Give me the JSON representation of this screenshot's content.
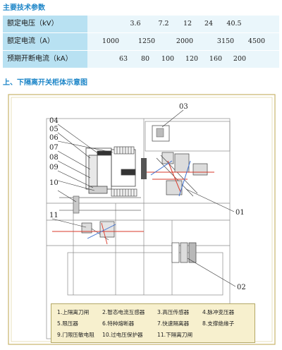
{
  "section1_title": "主要技术参数",
  "spec_table": [
    {
      "label": "额定电压（kV）",
      "values": [
        "3.6",
        "7.2",
        "12",
        "24",
        "40.5"
      ]
    },
    {
      "label": "额定电流（A）",
      "values": [
        "1000",
        "1250",
        "2000",
        "3150",
        "4500"
      ]
    },
    {
      "label": "预期开断电流（kA）",
      "values": [
        "63",
        "80",
        "100",
        "120",
        "160",
        "200"
      ]
    }
  ],
  "section2_title": "上、下隔离开关柜体示意图",
  "callouts": [
    "01",
    "02",
    "03",
    "04",
    "05",
    "06",
    "07",
    "08",
    "09",
    "10",
    "11"
  ],
  "legend": [
    "1.上隔离刀闸",
    "2.智态电流互感器",
    "3.高压传感器",
    "4.脉冲变压器",
    "5.限压器",
    "6.特种熔断器",
    "7.快速隔离器",
    "8.支撑绝缘子",
    "9.门限压敏电阻",
    "10.过电压保护器",
    "11.下隔离刀闸"
  ],
  "colors": {
    "accent": "#1e86c8",
    "label_bg": "#b8e1f2",
    "value_bg": "#eaf6fb",
    "cabinet_border": "#c9b56c",
    "legend_bg": "#f7f0ce",
    "line_red": "#d93a2b",
    "line_blue": "#3b6fd1"
  }
}
